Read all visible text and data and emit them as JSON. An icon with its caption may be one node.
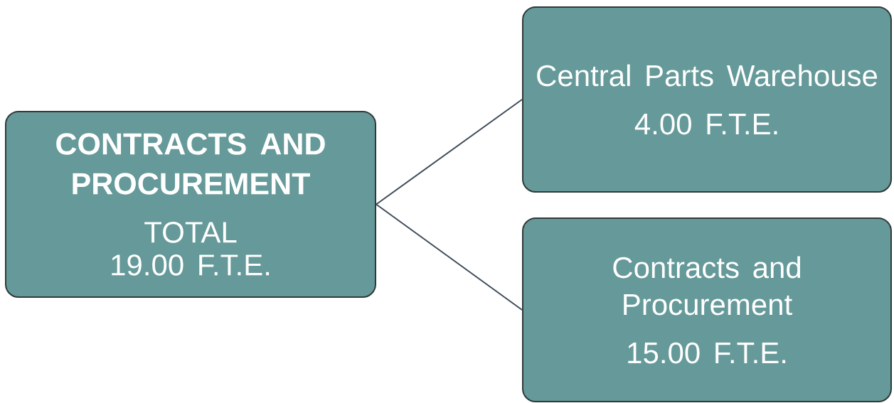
{
  "diagram": {
    "nodes": [
      {
        "text": [
          "CONTRACTS AND PROCUREMENT",
          "TOTAL",
          "19.00 F.T.E."
        ]
      },
      {
        "text": [
          "Central Parts Warehouse",
          "4.00 F.T.E."
        ]
      },
      {
        "text": [
          "Contracts and Procurement",
          "15.00 F.T.E."
        ]
      }
    ],
    "edges": [
      {
        "from": 0,
        "to": 1,
        "arrow": "none"
      },
      {
        "from": 0,
        "to": 2,
        "arrow": "none"
      }
    ]
  }
}
